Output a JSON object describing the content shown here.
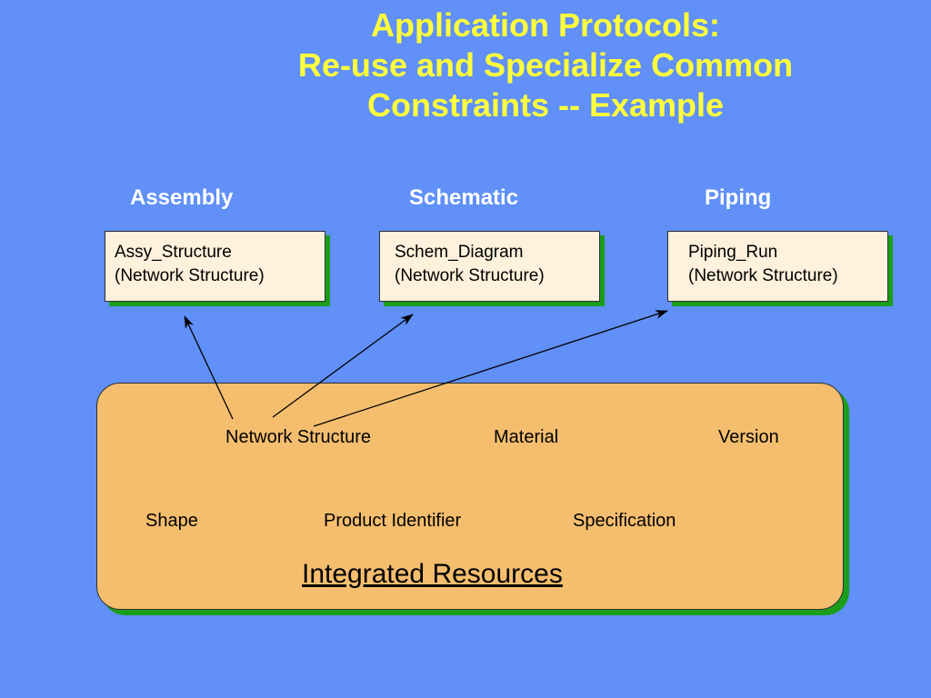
{
  "title": {
    "line1": "Application Protocols:",
    "line2": "Re-use and Specialize Common",
    "line3": "Constraints -- Example"
  },
  "columns": {
    "assembly": "Assembly",
    "schematic": "Schematic",
    "piping": "Piping"
  },
  "ap_boxes": {
    "assembly": {
      "name": "Assy_Structure",
      "type": "(Network Structure)"
    },
    "schematic": {
      "name": "Schem_Diagram",
      "type": "(Network Structure)"
    },
    "piping": {
      "name": "Piping_Run",
      "type": "(Network Structure)"
    }
  },
  "integrated_resources": {
    "title": "Integrated Resources",
    "resources": {
      "network_structure": "Network Structure",
      "material": "Material",
      "version": "Version",
      "shape": "Shape",
      "product_identifier": "Product Identifier",
      "specification": "Specification"
    }
  },
  "colors": {
    "background": "#6090f8",
    "title": "#ffff3c",
    "ap_box_fill": "#fff1dc",
    "resources_fill": "#f5be6e",
    "shadow": "#1a9e1a"
  }
}
